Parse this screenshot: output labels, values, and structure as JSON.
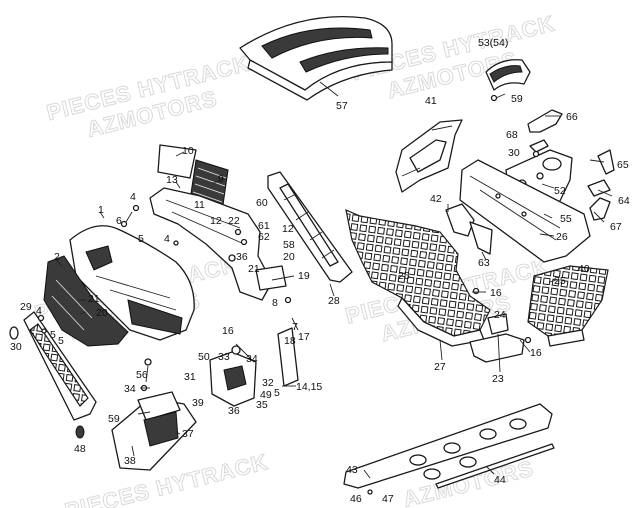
{
  "watermark": {
    "line1": "PIECES HYTRACK",
    "line2": "AZMOTORS"
  },
  "callouts": [
    {
      "id": "c1",
      "text": "1"
    },
    {
      "id": "c2",
      "text": "2"
    },
    {
      "id": "c4a",
      "text": "4"
    },
    {
      "id": "c4b",
      "text": "4"
    },
    {
      "id": "c5a",
      "text": "5"
    },
    {
      "id": "c5b",
      "text": "5"
    },
    {
      "id": "c5c",
      "text": "5"
    },
    {
      "id": "c6",
      "text": "6"
    },
    {
      "id": "c7",
      "text": "7"
    },
    {
      "id": "c8",
      "text": "8"
    },
    {
      "id": "c9",
      "text": "9"
    },
    {
      "id": "c10",
      "text": "10"
    },
    {
      "id": "c11",
      "text": "11"
    },
    {
      "id": "c12a",
      "text": "12"
    },
    {
      "id": "c12b",
      "text": "12"
    },
    {
      "id": "c13",
      "text": "13"
    },
    {
      "id": "c1415",
      "text": "14,15"
    },
    {
      "id": "c16a",
      "text": "16"
    },
    {
      "id": "c16b",
      "text": "16"
    },
    {
      "id": "c16c",
      "text": "16"
    },
    {
      "id": "c17",
      "text": "17"
    },
    {
      "id": "c18",
      "text": "18"
    },
    {
      "id": "c19",
      "text": "19"
    },
    {
      "id": "c20a",
      "text": "20"
    },
    {
      "id": "c20b",
      "text": "20"
    },
    {
      "id": "c21a",
      "text": "21"
    },
    {
      "id": "c21b",
      "text": "21"
    },
    {
      "id": "c22",
      "text": "22"
    },
    {
      "id": "c23",
      "text": "23"
    },
    {
      "id": "c24",
      "text": "24"
    },
    {
      "id": "c25a",
      "text": "25"
    },
    {
      "id": "c25b",
      "text": "25"
    },
    {
      "id": "c26",
      "text": "26"
    },
    {
      "id": "c27",
      "text": "27"
    },
    {
      "id": "c28",
      "text": "28"
    },
    {
      "id": "c29",
      "text": "29"
    },
    {
      "id": "c30a",
      "text": "30"
    },
    {
      "id": "c30b",
      "text": "30"
    },
    {
      "id": "c31",
      "text": "31"
    },
    {
      "id": "c32",
      "text": "32"
    },
    {
      "id": "c33",
      "text": "33"
    },
    {
      "id": "c34a",
      "text": "34"
    },
    {
      "id": "c34b",
      "text": "34"
    },
    {
      "id": "c35",
      "text": "35"
    },
    {
      "id": "c36a",
      "text": "36"
    },
    {
      "id": "c36b",
      "text": "36"
    },
    {
      "id": "c37",
      "text": "37"
    },
    {
      "id": "c38",
      "text": "38"
    },
    {
      "id": "c39",
      "text": "39"
    },
    {
      "id": "c40",
      "text": "40"
    },
    {
      "id": "c41",
      "text": "41"
    },
    {
      "id": "c42",
      "text": "42"
    },
    {
      "id": "c43",
      "text": "43"
    },
    {
      "id": "c44",
      "text": "44"
    },
    {
      "id": "c46",
      "text": "46"
    },
    {
      "id": "c47",
      "text": "47"
    },
    {
      "id": "c48",
      "text": "48"
    },
    {
      "id": "c49",
      "text": "49"
    },
    {
      "id": "c50",
      "text": "50"
    },
    {
      "id": "c52",
      "text": "52"
    },
    {
      "id": "c5354",
      "text": "53(54)"
    },
    {
      "id": "c55",
      "text": "55"
    },
    {
      "id": "c56",
      "text": "56"
    },
    {
      "id": "c57",
      "text": "57"
    },
    {
      "id": "c58",
      "text": "58"
    },
    {
      "id": "c59a",
      "text": "59"
    },
    {
      "id": "c59b",
      "text": "59"
    },
    {
      "id": "c60",
      "text": "60"
    },
    {
      "id": "c61",
      "text": "61"
    },
    {
      "id": "c62",
      "text": "62"
    },
    {
      "id": "c63",
      "text": "63"
    },
    {
      "id": "c64",
      "text": "64"
    },
    {
      "id": "c65",
      "text": "65"
    },
    {
      "id": "c66",
      "text": "66"
    },
    {
      "id": "c67",
      "text": "67"
    },
    {
      "id": "c68",
      "text": "68"
    }
  ],
  "colors": {
    "line": "#1a1a1a",
    "watermark": "#d9d9d9",
    "background": "#ffffff"
  }
}
